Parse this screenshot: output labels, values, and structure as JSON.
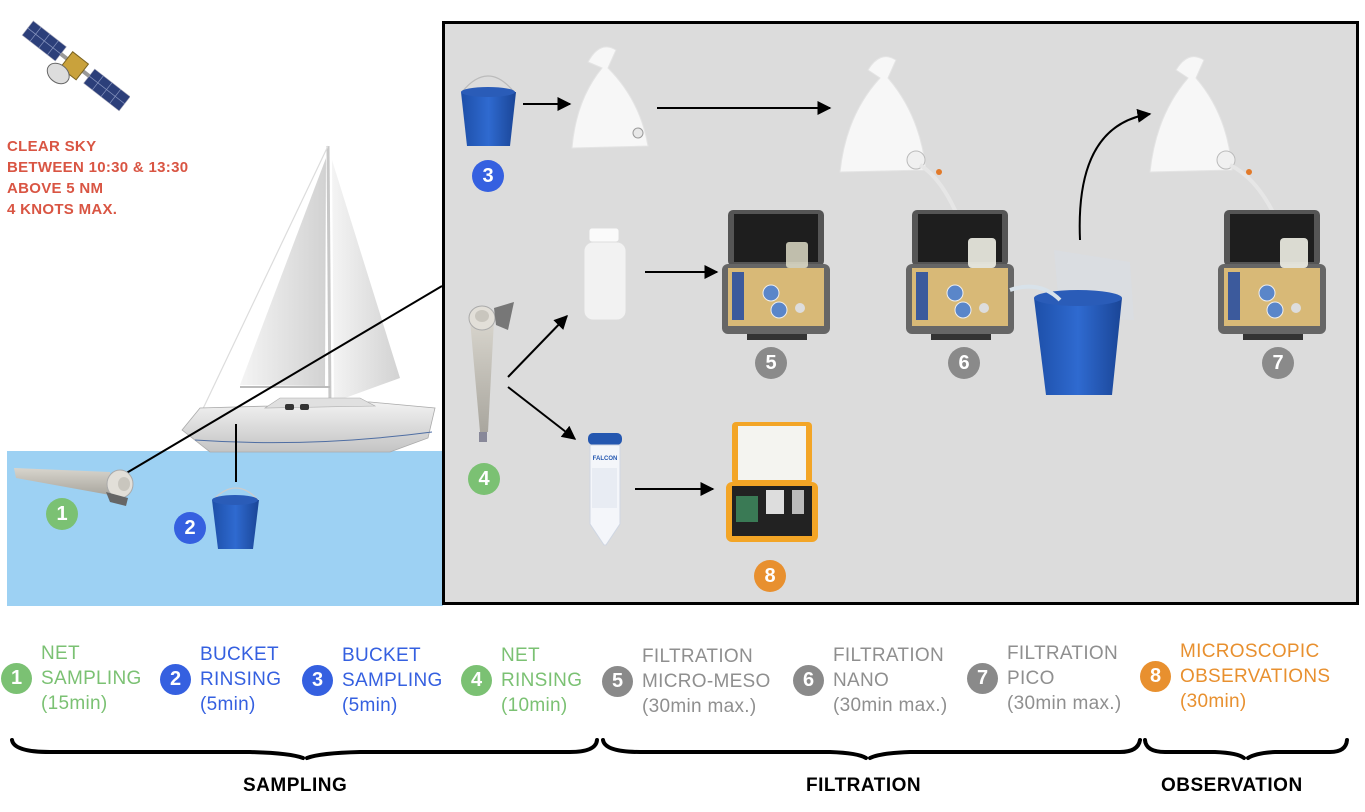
{
  "conditions": {
    "color": "#d95543",
    "lines": [
      "CLEAR SKY",
      "BETWEEN 10:30 & 13:30",
      "ABOVE 5 NM",
      "4 KNOTS MAX."
    ]
  },
  "icons": {
    "satellite": "satellite-icon",
    "sailboat": "sailboat-icon",
    "net": "plankton-net-icon",
    "bucket": "bucket-icon",
    "bag": "sample-bag-icon",
    "bottle": "sample-bottle-icon",
    "falcon_tube": "falcon-tube-icon",
    "filtration_case": "filtration-kit-case-icon",
    "microscope_case": "microscope-kit-case-icon"
  },
  "falcon_label": "FALCON",
  "colors": {
    "sampling_net": "#7bc173",
    "sampling_bucket": "#3560e0",
    "filtration": "#8a8a8a",
    "observation": "#e8902f",
    "sea": "#9dd1f3",
    "panel": "#dcdcdc"
  },
  "steps": [
    {
      "number": "1",
      "title": [
        "NET",
        "SAMPLING"
      ],
      "duration": "(15min)",
      "color": "green"
    },
    {
      "number": "2",
      "title": [
        "BUCKET",
        "RINSING"
      ],
      "duration": "(5min)",
      "color": "blue"
    },
    {
      "number": "3",
      "title": [
        "BUCKET",
        "SAMPLING"
      ],
      "duration": "(5min)",
      "color": "blue"
    },
    {
      "number": "4",
      "title": [
        "NET",
        "RINSING"
      ],
      "duration": "(10min)",
      "color": "green"
    },
    {
      "number": "5",
      "title": [
        "FILTRATION",
        "MICRO-MESO"
      ],
      "duration": "(30min max.)",
      "color": "grey"
    },
    {
      "number": "6",
      "title": [
        "FILTRATION",
        "NANO"
      ],
      "duration": "(30min max.)",
      "color": "grey"
    },
    {
      "number": "7",
      "title": [
        "FILTRATION",
        "PICO"
      ],
      "duration": "(30min max.)",
      "color": "grey"
    },
    {
      "number": "8",
      "title": [
        "MICROSCOPIC",
        "OBSERVATIONS"
      ],
      "duration": "(30min)",
      "color": "orange"
    }
  ],
  "groups": [
    {
      "label": "SAMPLING",
      "steps": [
        "1",
        "2",
        "3",
        "4"
      ]
    },
    {
      "label": "FILTRATION",
      "steps": [
        "5",
        "6",
        "7"
      ]
    },
    {
      "label": "OBSERVATION",
      "steps": [
        "8"
      ]
    }
  ]
}
